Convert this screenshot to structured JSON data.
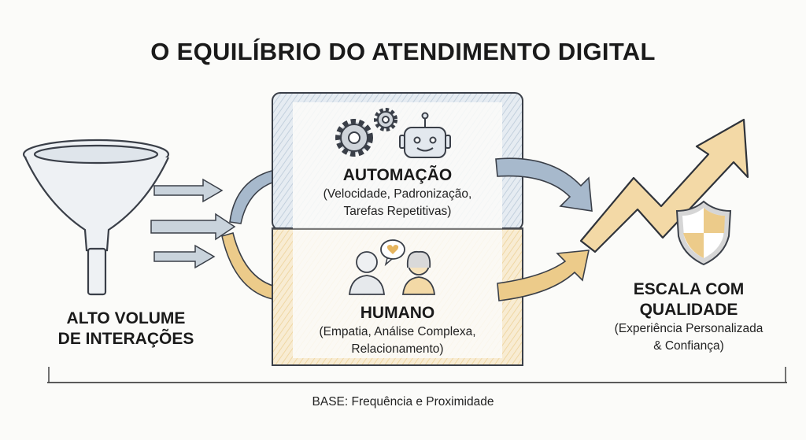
{
  "title": "O EQUILÍBRIO DO ATENDIMENTO DIGITAL",
  "input": {
    "heading_line1": "ALTO VOLUME",
    "heading_line2": "DE INTERAÇÕES",
    "icon": "funnel-icon"
  },
  "automation": {
    "heading": "AUTOMAÇÃO",
    "detail_line1": "(Velocidade, Padronização,",
    "detail_line2": "Tarefas Repetitivas)",
    "icons": [
      "gears-icon",
      "robot-icon"
    ]
  },
  "human": {
    "heading": "HUMANO",
    "detail_line1": "(Empatia, Análise Complexa,",
    "detail_line2": "Relacionamento)",
    "icons": [
      "people-icon",
      "heart-speech-bubble-icon"
    ]
  },
  "output": {
    "heading_line1": "ESCALA COM",
    "heading_line2": "QUALIDADE",
    "detail_line1": "(Experiência Personalizada",
    "detail_line2": "& Confiança)",
    "icons": [
      "growth-arrow-icon",
      "shield-icon"
    ]
  },
  "base": {
    "label": "BASE: Frequência e Proximidade"
  },
  "colors": {
    "blue": "#8fa6bf",
    "gold": "#e9c27a",
    "outline": "#3a3f48"
  }
}
